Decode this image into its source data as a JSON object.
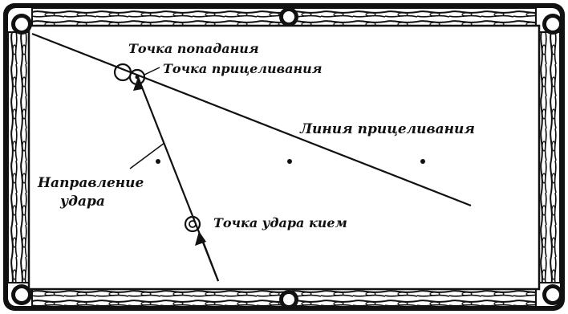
{
  "labels": {
    "contact_point": "Точка попадания",
    "aiming_point": "Точка прицеливания",
    "aiming_line": "Линия прицеливания",
    "strike_direction_line1": "Направление",
    "strike_direction_line2": "удара",
    "cue_strike_point": "Точка удара кием"
  },
  "colors": {
    "ink": "#111111",
    "felt": "#ffffff",
    "rail_wood": "#2b2b2b"
  },
  "icons": {
    "pocket": "pocket-icon",
    "spot": "table-spot-icon",
    "ball": "ball-icon",
    "arrow": "arrowhead-icon"
  }
}
